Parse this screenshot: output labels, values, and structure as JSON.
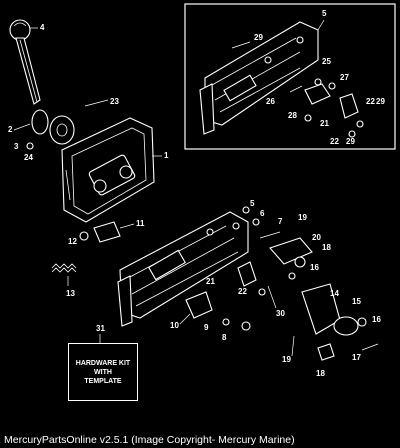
{
  "footer": "MercuryPartsOnline v2.5.1 (Image Copyright- Mercury Marine)",
  "kit_box": {
    "line1": "HARDWARE KIT",
    "line2": "WITH",
    "line3": "TEMPLATE"
  },
  "callouts": {
    "c1": "1",
    "c2": "2",
    "c3": "3",
    "c4": "4",
    "c5a": "5",
    "c5b": "5",
    "c6": "6",
    "c7": "7",
    "c8": "8",
    "c9": "9",
    "c10": "10",
    "c11": "11",
    "c12": "12",
    "c13": "13",
    "c14": "14",
    "c15": "15",
    "c16a": "16",
    "c16b": "16",
    "c17": "17",
    "c18a": "18",
    "c18b": "18",
    "c19a": "19",
    "c19b": "19",
    "c20": "20",
    "c21a": "21",
    "c21b": "21",
    "c22a": "22",
    "c22b": "22",
    "c22c": "22",
    "c23": "23",
    "c24": "24",
    "c25": "25",
    "c26": "26",
    "c27": "27",
    "c28": "28",
    "c29a": "29",
    "c29b": "29",
    "c29c": "29",
    "c30": "30",
    "c31": "31"
  }
}
